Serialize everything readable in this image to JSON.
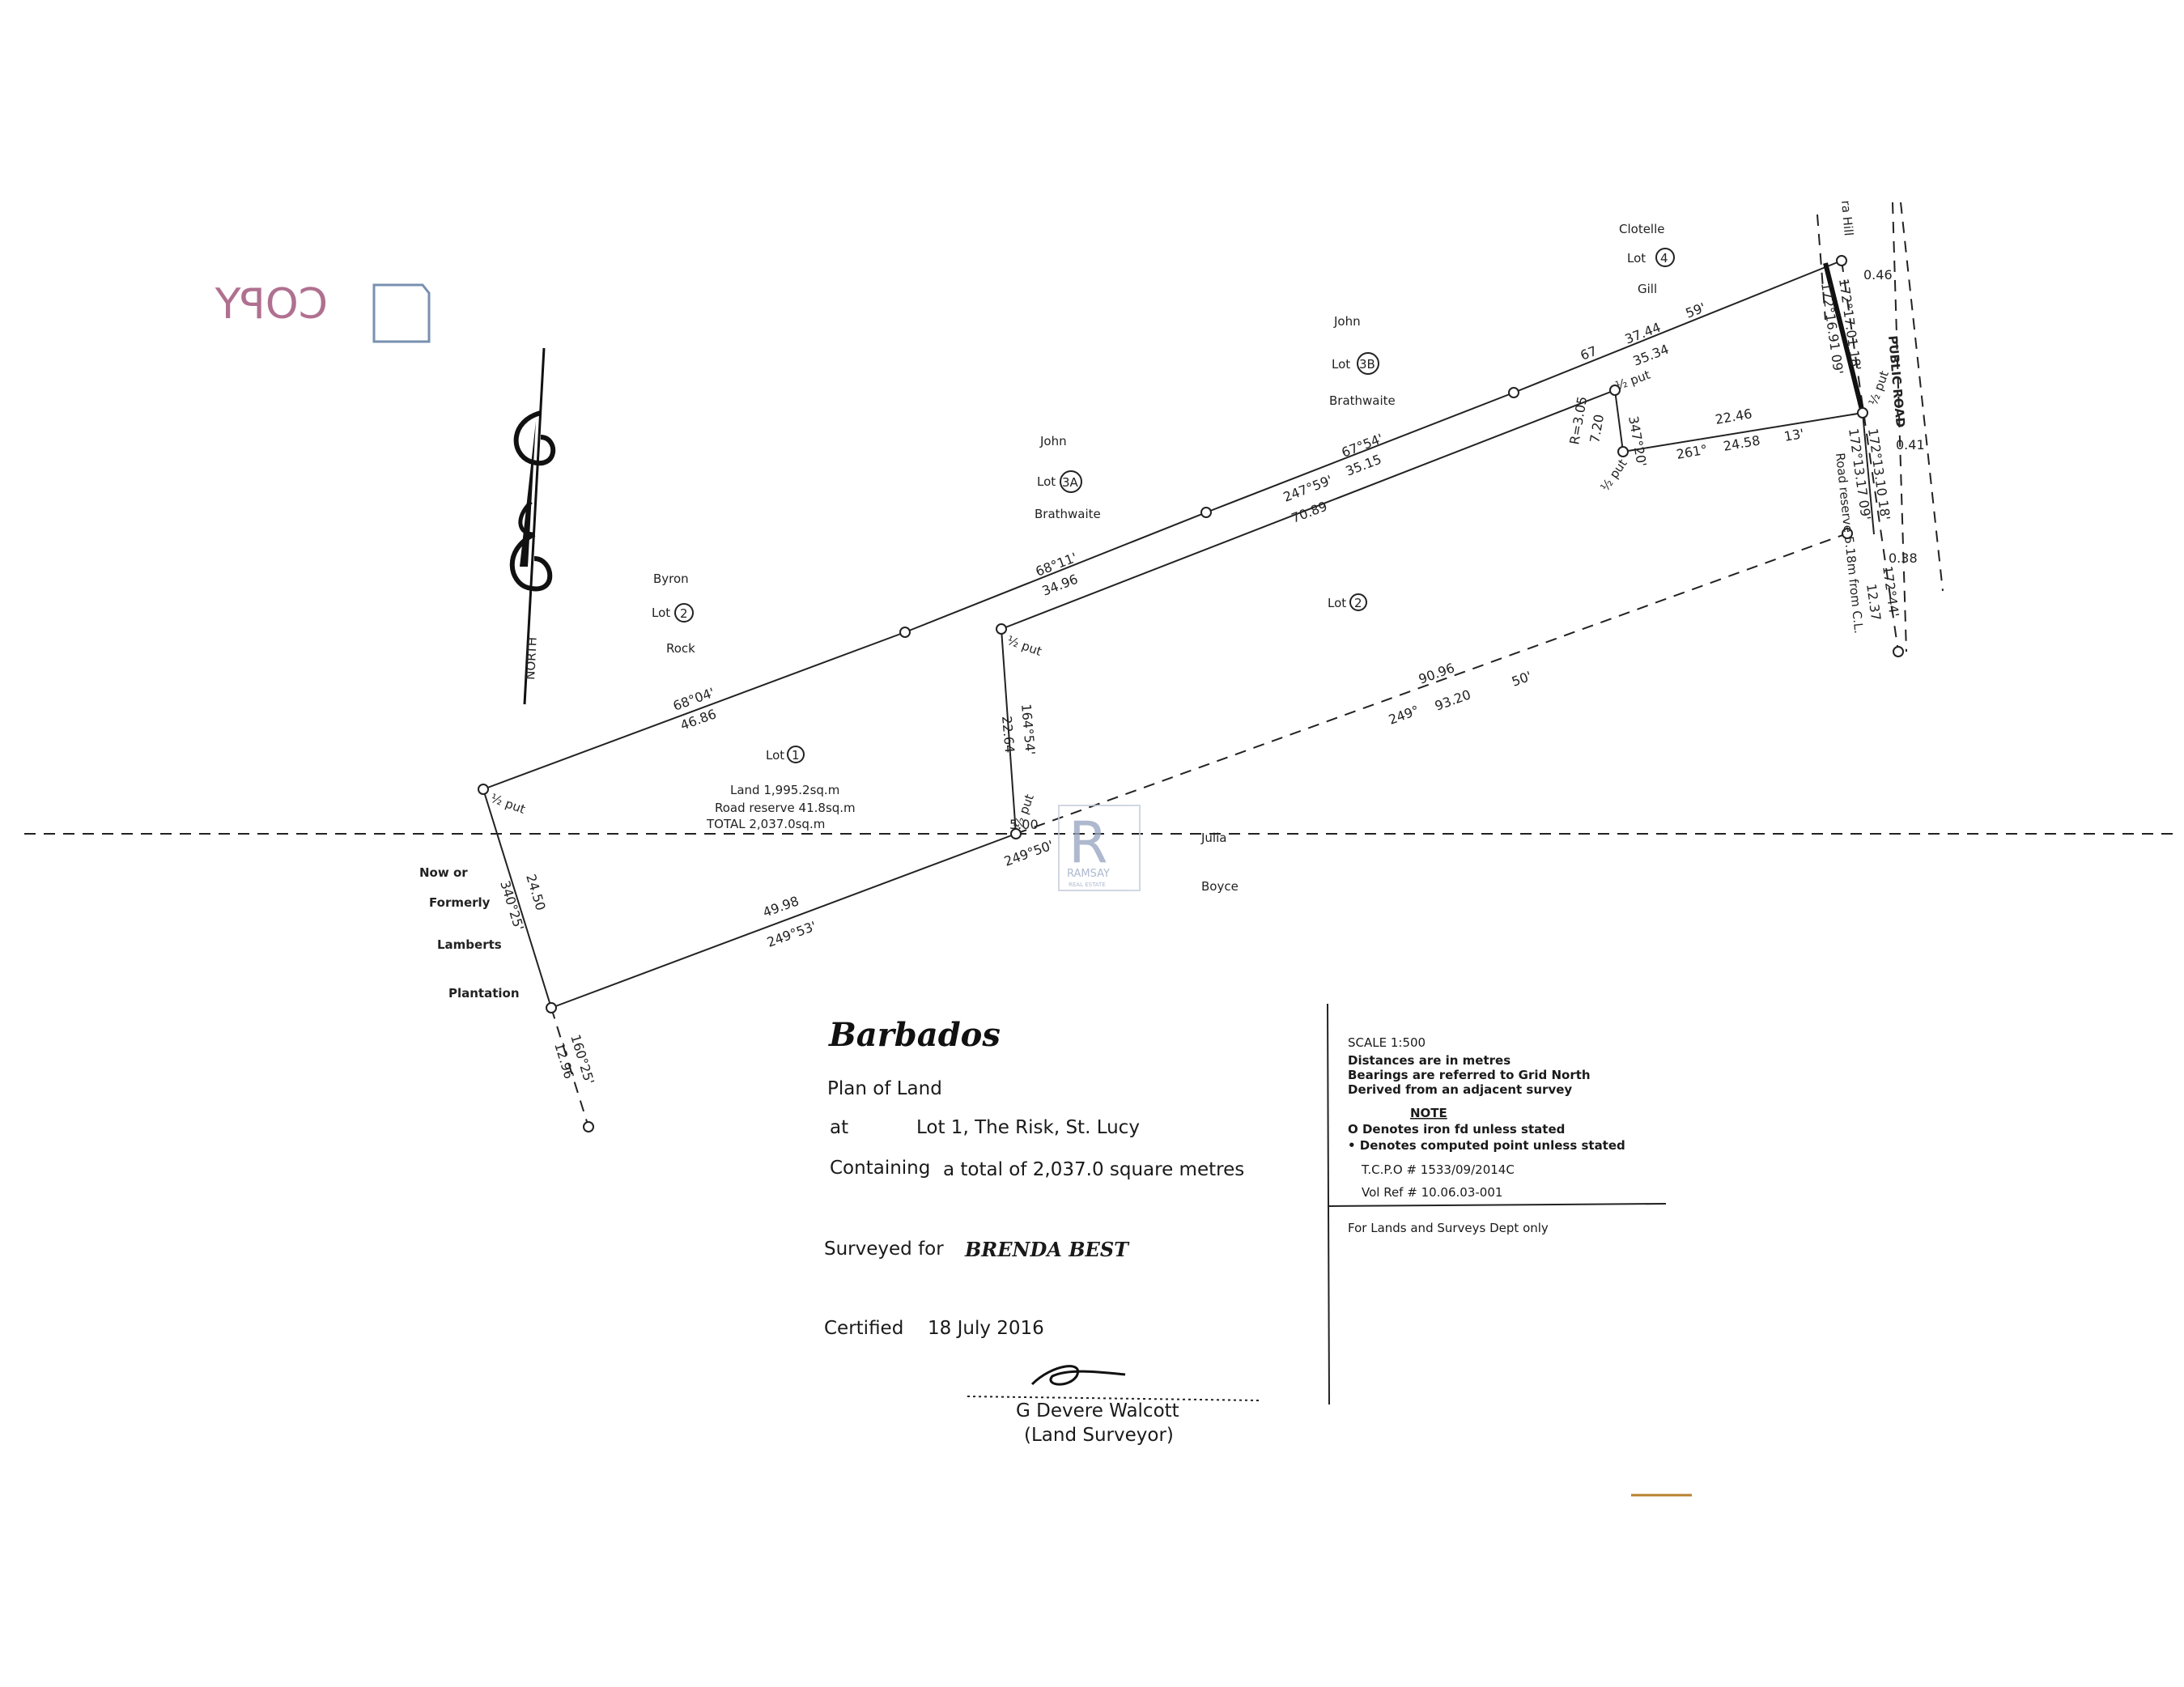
{
  "stamp": {
    "text": "COPY"
  },
  "north": {
    "label": "NORTH"
  },
  "neighbours": {
    "clotelle": {
      "name": "Clotelle",
      "lot": "Lot",
      "num": "4",
      "surname": "Gill"
    },
    "john_3b": {
      "name": "John",
      "lot": "Lot",
      "num": "3B",
      "surname": "Brathwaite"
    },
    "john_3a": {
      "name": "John",
      "lot": "Lot",
      "num": "3A",
      "surname": "Brathwaite"
    },
    "byron": {
      "name": "Byron",
      "lot": "Lot",
      "num": "2",
      "surname": "Rock"
    },
    "lot2": {
      "lot": "Lot",
      "num": "2"
    },
    "julia": {
      "name": "Julia",
      "surname": "Boyce"
    },
    "lamberts": {
      "l1": "Now or",
      "l2": "Formerly",
      "l3": "Lamberts",
      "l4": "Plantation"
    }
  },
  "lot1": {
    "label": "Lot",
    "num": "1",
    "land": "Land 1,995.2sq.m",
    "road_reserve": "Road reserve 41.8sq.m",
    "total": "TOTAL 2,037.0sq.m"
  },
  "measurements": {
    "m1": "68°04'",
    "m2": "46.86",
    "m3": "68°11'",
    "m4": "34.96",
    "m5": "67°54'",
    "m6": "35.15",
    "m7": "67",
    "m8": "37.44",
    "m9": "59'",
    "m10": "35.34",
    "m11": "247°59'",
    "m12": "70.89",
    "m13": "22.46",
    "m14": "261°",
    "m15": "24.58",
    "m16": "13'",
    "m17": "R=3.05",
    "m18": "7.20",
    "m19": "347°20'",
    "m20": "164°54'",
    "m21": "22.64",
    "m22": "5.00",
    "m23": "249°50'",
    "m24": "49.98",
    "m25": "249°53'",
    "m26": "90.96",
    "m27": "249°",
    "m28": "93.20",
    "m29": "50'",
    "m30": "24.50",
    "m31": "340°25'",
    "m32": "160°25'",
    "m33": "12.96",
    "m34": "0.46",
    "m35": "0.41",
    "m36": "0.38",
    "m37": "172°17.01 18'",
    "m38": "172°16.91 09'",
    "m39": "172°13.10 18'",
    "m40": "172°13.17 09'",
    "m41": "172°44'",
    "m42": "12.37",
    "pin": "½ put",
    "hill": "ra Hill",
    "public_road": "PUBLIC ROAD",
    "road_reserve_note": "Road reserve 5.18m from C.L."
  },
  "title_block": {
    "country": "Barbados",
    "plan_of": "Plan of Land",
    "at_label": "at",
    "at_value": "Lot 1, The Risk, St. Lucy",
    "containing_label": "Containing",
    "containing_value": "a total of 2,037.0 square metres",
    "surveyed_label": "Surveyed for",
    "surveyed_value": "BRENDA BEST",
    "certified_label": "Certified",
    "certified_value": "18 July 2016",
    "surveyor_name": "G Devere Walcott",
    "surveyor_role": "(Land Surveyor)"
  },
  "notes": {
    "scale": "SCALE 1:500",
    "distances": "Distances are in metres",
    "bearings": "Bearings are referred to Grid North",
    "derived": "Derived from an adjacent survey",
    "note_head": "NOTE",
    "iron": "O Denotes iron fd unless stated",
    "computed": "• Denotes computed point unless stated",
    "tcpo": "T.C.P.O # 1533/09/2014C",
    "volref": "Vol Ref # 10.06.03-001",
    "dept": "For Lands and Surveys Dept only"
  },
  "watermark": {
    "brand": "RAMSAY",
    "sub": "REAL ESTATE",
    "color": "#9aa8c4"
  }
}
